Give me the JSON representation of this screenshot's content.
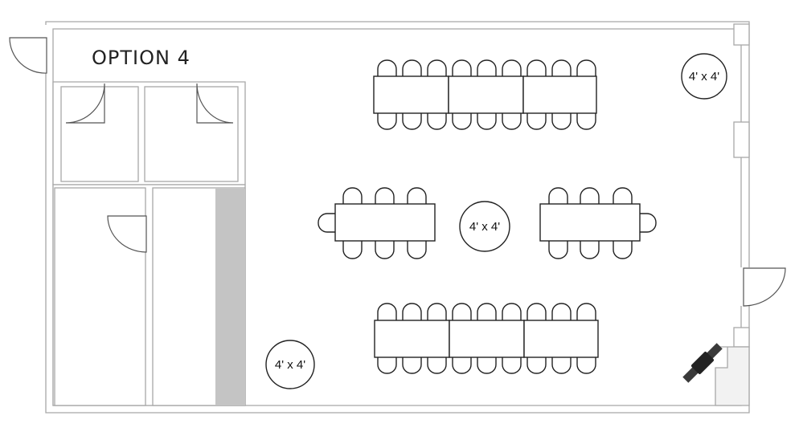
{
  "plan": {
    "title": "OPTION 4",
    "round_tables": [
      {
        "label": "4' x 4'"
      },
      {
        "label": "4' x 4'"
      },
      {
        "label": "4' x 4'"
      }
    ],
    "colors": {
      "wall": "#a8a8a8",
      "line": "#222222",
      "shaded_strip": "#c4c4c4",
      "projector": "#3a3a3a"
    }
  }
}
